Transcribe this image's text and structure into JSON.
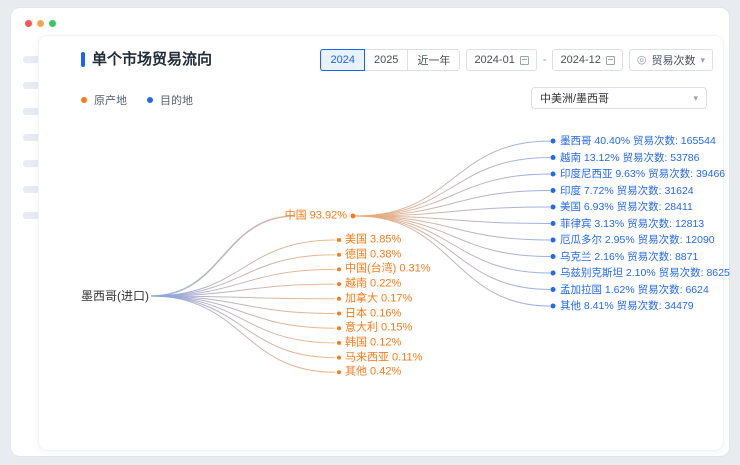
{
  "header": {
    "title": "单个市场贸易流向",
    "range_buttons": [
      {
        "label": "2024",
        "active": true
      },
      {
        "label": "2025",
        "active": false
      },
      {
        "label": "近一年",
        "active": false
      }
    ],
    "date_from": "2024-01",
    "date_separator": "-",
    "date_to": "2024-12",
    "metric_label": "贸易次数",
    "metric_icon": "◎"
  },
  "legend": {
    "origin": "原产地",
    "destination": "目的地"
  },
  "market_select": {
    "value": "中美洲/墨西哥",
    "caret_icon": "▾"
  },
  "chart_data": {
    "type": "flow-tree",
    "root_label": "墨西哥(进口)",
    "main_origin": {
      "label": "中国",
      "percent": "93.92%"
    },
    "count_prefix": "贸易次数:",
    "origins": [
      {
        "label": "美国",
        "percent": "3.85%"
      },
      {
        "label": "德国",
        "percent": "0.38%"
      },
      {
        "label": "中国(台湾)",
        "percent": "0.31%"
      },
      {
        "label": "越南",
        "percent": "0.22%"
      },
      {
        "label": "加拿大",
        "percent": "0.17%"
      },
      {
        "label": "日本",
        "percent": "0.16%"
      },
      {
        "label": "意大利",
        "percent": "0.15%"
      },
      {
        "label": "韩国",
        "percent": "0.12%"
      },
      {
        "label": "马来西亚",
        "percent": "0.11%"
      },
      {
        "label": "其他",
        "percent": "0.42%"
      }
    ],
    "destinations": [
      {
        "label": "墨西哥",
        "percent": "40.40%",
        "count": 165544
      },
      {
        "label": "越南",
        "percent": "13.12%",
        "count": 53786
      },
      {
        "label": "印度尼西亚",
        "percent": "9.63%",
        "count": 39466
      },
      {
        "label": "印度",
        "percent": "7.72%",
        "count": 31624
      },
      {
        "label": "美国",
        "percent": "6.93%",
        "count": 28411
      },
      {
        "label": "菲律宾",
        "percent": "3.13%",
        "count": 12813
      },
      {
        "label": "厄瓜多尔",
        "percent": "2.95%",
        "count": 12090
      },
      {
        "label": "乌克兰",
        "percent": "2.16%",
        "count": 8871
      },
      {
        "label": "乌兹别克斯坦",
        "percent": "2.10%",
        "count": 8625
      },
      {
        "label": "孟加拉国",
        "percent": "1.62%",
        "count": 6624
      },
      {
        "label": "其他",
        "percent": "8.41%",
        "count": 34479
      }
    ],
    "colors": {
      "origin": "#fa7a17",
      "destination": "#2468f2"
    }
  }
}
